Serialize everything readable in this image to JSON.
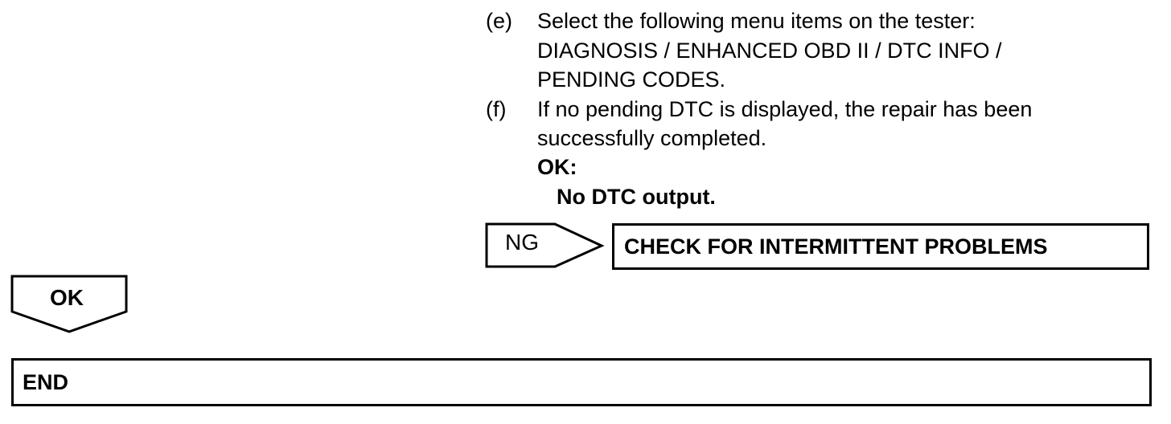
{
  "steps": [
    {
      "letter": "(e)",
      "text": "Select the following menu items on the tester:\nDIAGNOSIS / ENHANCED OBD II / DTC INFO /\nPENDING CODES."
    },
    {
      "letter": "(f)",
      "text": "If no pending DTC is displayed, the repair has been\nsuccessfully completed."
    }
  ],
  "ok_criteria": {
    "label": "OK:",
    "result": "No DTC output."
  },
  "ng_branch": {
    "label": "NG",
    "target": "CHECK FOR INTERMITTENT PROBLEMS"
  },
  "ok_branch": {
    "label": "OK"
  },
  "end_box": {
    "label": "END"
  }
}
